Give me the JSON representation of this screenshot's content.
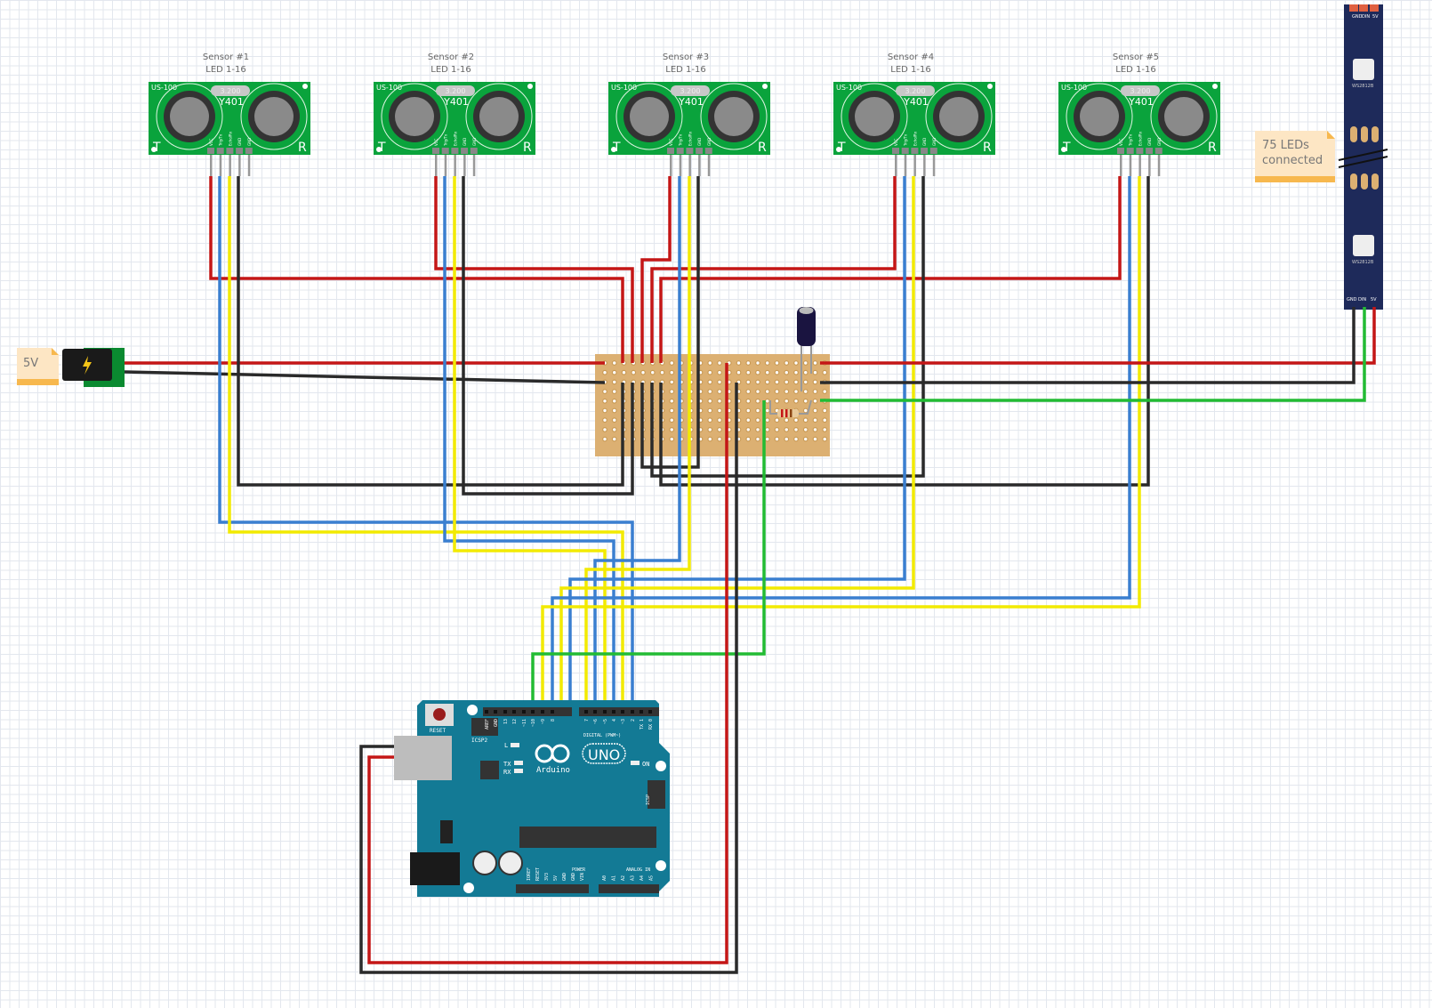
{
  "sensors": [
    {
      "title": "Sensor #1",
      "subtitle": "LED 1-16"
    },
    {
      "title": "Sensor #2",
      "subtitle": "LED 1-16"
    },
    {
      "title": "Sensor #3",
      "subtitle": "LED 1-16"
    },
    {
      "title": "Sensor #4",
      "subtitle": "LED 1-16"
    },
    {
      "title": "Sensor #5",
      "subtitle": "LED 1-16"
    }
  ],
  "sensor_board": {
    "model": "US-100",
    "crystal": "3.200",
    "chip": "Y401",
    "left_mark": "T",
    "right_mark": "R",
    "pins": [
      "VCC",
      "Trig/Tx",
      "Echo/Rx",
      "GND",
      "GND"
    ]
  },
  "power_note": "5V",
  "led_note": "75 LEDs connected",
  "led_strip": {
    "pin_labels": [
      "GND",
      "DIN",
      "5V"
    ],
    "chip": "WS2812B"
  },
  "arduino": {
    "reset": "RESET",
    "icsp2": "ICSP2",
    "icsp": "ICSP",
    "led_l": "L",
    "tx": "TX",
    "rx": "RX",
    "on": "ON",
    "brand": "Arduino",
    "model": "UNO",
    "digital": "DIGITAL (PWM~)",
    "power": "POWER",
    "analog": "ANALOG IN",
    "digital_pins": [
      "AREF",
      "GND",
      "13",
      "12",
      "~11",
      "~10",
      "~9",
      "8",
      "7",
      "~6",
      "~5",
      "4",
      "~3",
      "2",
      "TX 1",
      "RX 0"
    ],
    "power_pins": [
      "IOREF",
      "RESET",
      "3V3",
      "5V",
      "GND",
      "GND",
      "VIN"
    ],
    "analog_pins": [
      "A0",
      "A1",
      "A2",
      "A3",
      "A4",
      "A5"
    ]
  },
  "colors": {
    "board_green": "#0aa33c",
    "arduino": "#137a95",
    "led_strip": "#1e2a5a",
    "perfboard": "#dcb072",
    "wire_red": "#c41616",
    "wire_black": "#2a2a2a",
    "wire_blue": "#3a7fd0",
    "wire_yellow": "#f2ea00",
    "wire_green": "#22bb33"
  }
}
